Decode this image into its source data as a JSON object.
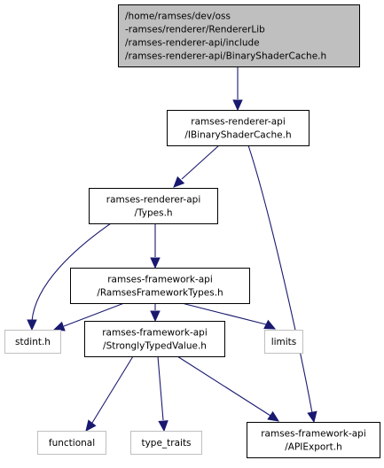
{
  "nodes": {
    "root": {
      "lines": [
        "/home/ramses/dev/oss",
        "-ramses/renderer/RendererLib",
        "/ramses-renderer-api/include",
        "/ramses-renderer-api/BinaryShaderCache.h"
      ],
      "fill": "#bfbfbf",
      "stroke": "#000000"
    },
    "ibinary": {
      "lines": [
        "ramses-renderer-api",
        "/IBinaryShaderCache.h"
      ],
      "fill": "#ffffff",
      "stroke": "#000000"
    },
    "types": {
      "lines": [
        "ramses-renderer-api",
        "/Types.h"
      ],
      "fill": "#ffffff",
      "stroke": "#000000"
    },
    "rft": {
      "lines": [
        "ramses-framework-api",
        "/RamsesFrameworkTypes.h"
      ],
      "fill": "#ffffff",
      "stroke": "#000000"
    },
    "stdint": {
      "lines": [
        "stdint.h"
      ],
      "fill": "#ffffff",
      "stroke": "#bfbfbf"
    },
    "stv": {
      "lines": [
        "ramses-framework-api",
        "/StronglyTypedValue.h"
      ],
      "fill": "#ffffff",
      "stroke": "#000000"
    },
    "limits": {
      "lines": [
        "limits"
      ],
      "fill": "#ffffff",
      "stroke": "#bfbfbf"
    },
    "functional": {
      "lines": [
        "functional"
      ],
      "fill": "#ffffff",
      "stroke": "#bfbfbf"
    },
    "typetraits": {
      "lines": [
        "type_traits"
      ],
      "fill": "#ffffff",
      "stroke": "#bfbfbf"
    },
    "apiexport": {
      "lines": [
        "ramses-framework-api",
        "/APIExport.h"
      ],
      "fill": "#ffffff",
      "stroke": "#000000"
    }
  },
  "edges": [
    {
      "from": "root",
      "to": "ibinary"
    },
    {
      "from": "ibinary",
      "to": "types"
    },
    {
      "from": "ibinary",
      "to": "apiexport"
    },
    {
      "from": "types",
      "to": "rft"
    },
    {
      "from": "types",
      "to": "stdint"
    },
    {
      "from": "rft",
      "to": "stdint"
    },
    {
      "from": "rft",
      "to": "stv"
    },
    {
      "from": "rft",
      "to": "limits"
    },
    {
      "from": "stv",
      "to": "functional"
    },
    {
      "from": "stv",
      "to": "typetraits"
    },
    {
      "from": "stv",
      "to": "apiexport"
    }
  ],
  "edge_color": "#191970"
}
